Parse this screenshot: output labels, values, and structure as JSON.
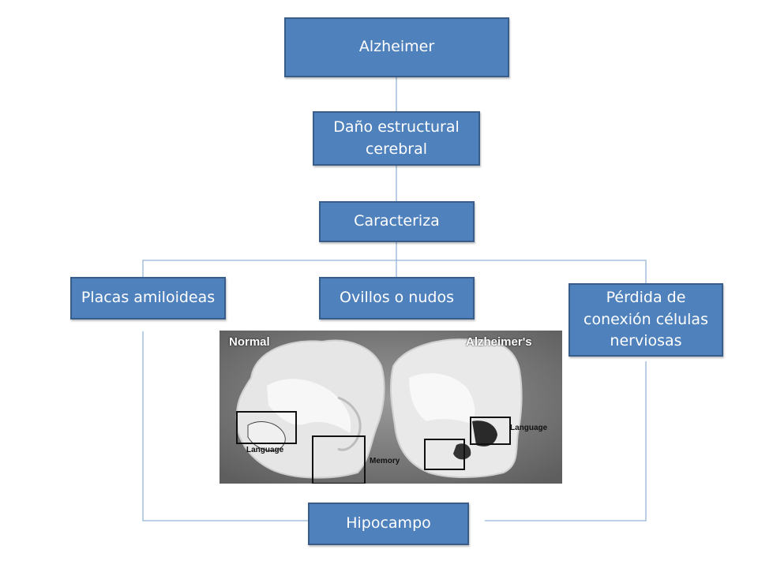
{
  "diagram": {
    "nodes": {
      "alzheimer": "Alzheimer",
      "dano": "Daño estructural cerebral",
      "caracteriza": "Caracteriza",
      "placas": "Placas amiloideas",
      "ovillos": "Ovillos o nudos",
      "perdida": "Pérdida de conexión células nerviosas",
      "hipocampo": "Hipocampo"
    },
    "image": {
      "label_normal": "Normal",
      "label_alzheimers": "Alzheimer's",
      "label_language_left": "Language",
      "label_language_right": "Language",
      "label_memory": "Memory"
    }
  },
  "colors": {
    "node_fill": "#4f81bd",
    "node_border": "#385d8a",
    "connector": "#95b3d7"
  }
}
